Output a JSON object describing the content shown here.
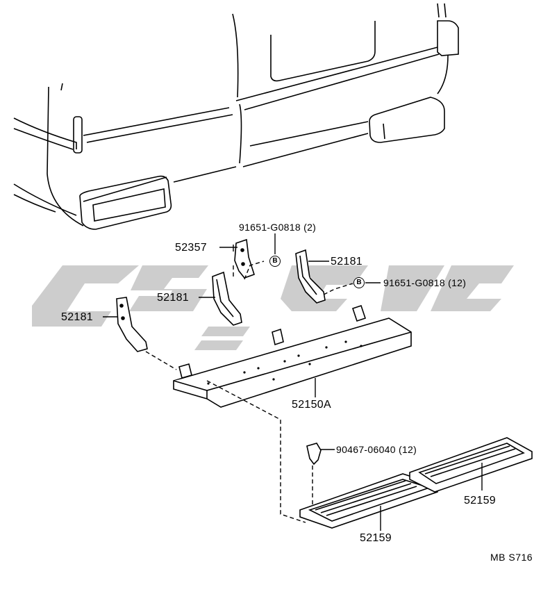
{
  "diagram": {
    "parts": [
      {
        "id": "p1",
        "text": "91651-G0818 (2)"
      },
      {
        "id": "p2",
        "text": "52357"
      },
      {
        "id": "p3",
        "text": "52181"
      },
      {
        "id": "p4",
        "text": "52181"
      },
      {
        "id": "p5",
        "text": "91651-G0818 (12)"
      },
      {
        "id": "p6",
        "text": "52181"
      },
      {
        "id": "p7",
        "text": "52150A"
      },
      {
        "id": "p8",
        "text": "90467-06040 (12)"
      },
      {
        "id": "p9",
        "text": "52159"
      },
      {
        "id": "p10",
        "text": "52159"
      }
    ],
    "bolt_marker": "B",
    "figure_code": "MB S716"
  }
}
